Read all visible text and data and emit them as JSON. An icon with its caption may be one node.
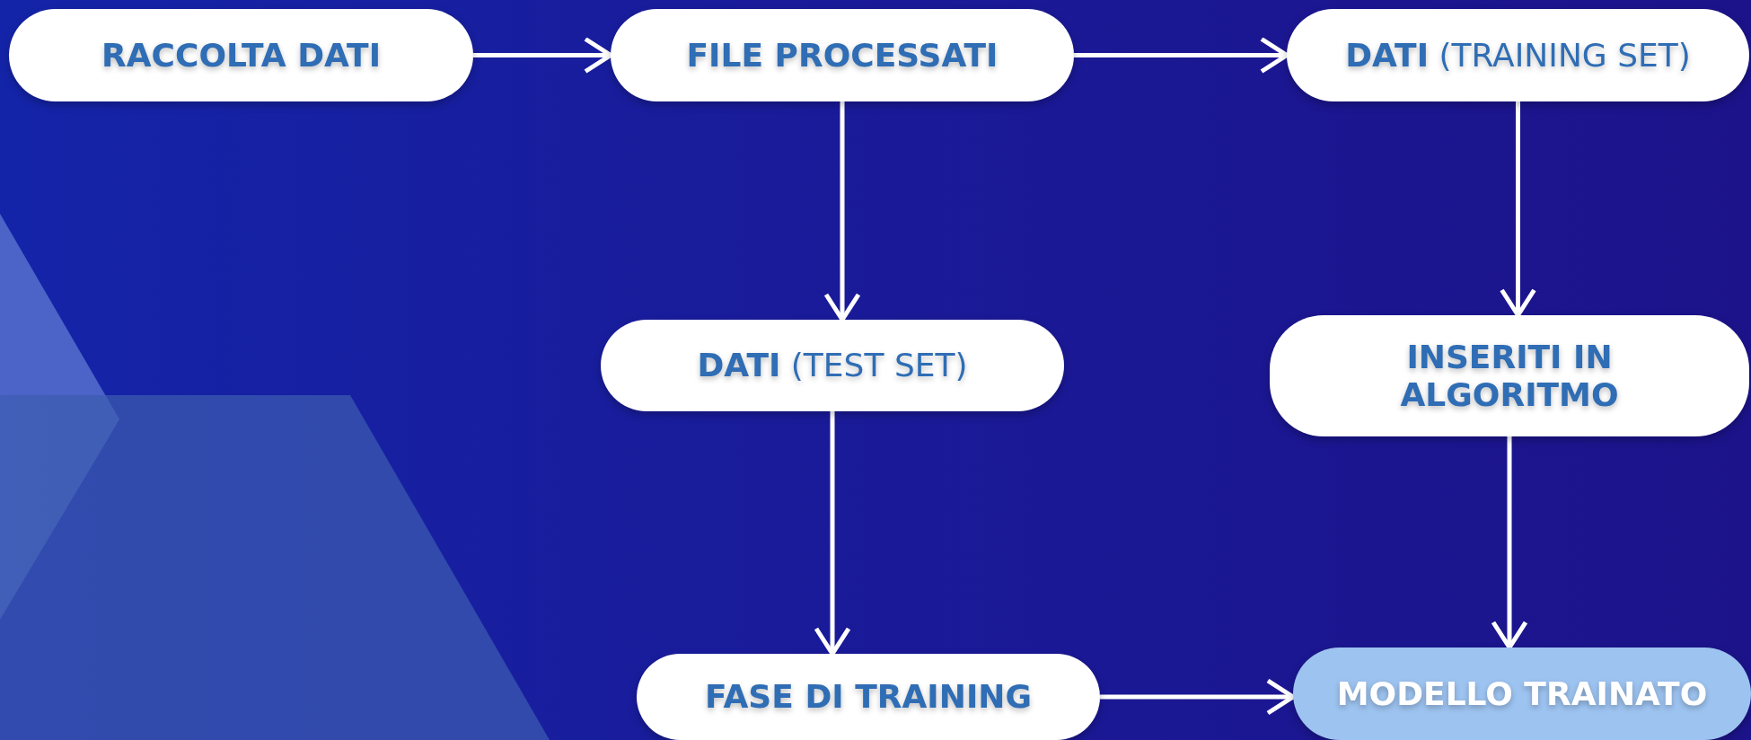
{
  "diagram": {
    "nodes": [
      {
        "text": [
          "RACCOLTA DATI"
        ]
      },
      {
        "text": [
          "FILE PROCESSATI"
        ]
      },
      {
        "text": [
          "**DATI** (TRAINING SET)"
        ]
      },
      {
        "text": [
          "**DATI** (TEST SET)"
        ]
      },
      {
        "text": [
          "INSERITI IN ALGORITMO"
        ]
      },
      {
        "text": [
          "FASE DI TRAINING"
        ]
      },
      {
        "text": [
          "MODELLO TRAINATO"
        ]
      }
    ],
    "edges": [
      {
        "from": 0,
        "to": 1,
        "arrow": "to"
      },
      {
        "from": 1,
        "to": 2,
        "arrow": "to"
      },
      {
        "from": 1,
        "to": 3,
        "arrow": "to"
      },
      {
        "from": 2,
        "to": 4,
        "arrow": "to"
      },
      {
        "from": 3,
        "to": 5,
        "arrow": "to"
      },
      {
        "from": 4,
        "to": 6,
        "arrow": "to"
      },
      {
        "from": 5,
        "to": 6,
        "arrow": "to"
      }
    ]
  }
}
